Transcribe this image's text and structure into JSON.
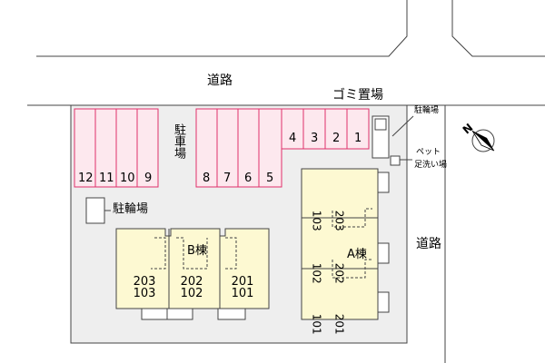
{
  "roads": {
    "top": "道路",
    "right": "道路"
  },
  "labels": {
    "garbage": "ゴミ置場",
    "bike_parking_top": "駐輪場",
    "pet_wash_1": "ペット",
    "pet_wash_2": "足洗い場",
    "parking": "駐車場",
    "bike_parking_left": "駐輪場"
  },
  "parking_spaces": [
    "12",
    "11",
    "10",
    "9",
    "8",
    "7",
    "6",
    "5",
    "4",
    "3",
    "2",
    "1"
  ],
  "building_a": {
    "name": "A棟",
    "rooms": [
      {
        "top": "203",
        "bottom": "103"
      },
      {
        "top": "202",
        "bottom": "102"
      },
      {
        "top": "201",
        "bottom": "101"
      }
    ]
  },
  "building_b": {
    "name": "B棟",
    "rooms": [
      {
        "top": "203",
        "bottom": "103"
      },
      {
        "top": "202",
        "bottom": "102"
      },
      {
        "top": "201",
        "bottom": "101"
      }
    ]
  },
  "compass": {
    "label": "N",
    "icon": "compass-icon"
  },
  "colors": {
    "parking_fill": "#fde8ee",
    "parking_stroke": "#e0306a",
    "building_fill": "#fdf9d2",
    "lot_fill": "#eeeeee"
  }
}
